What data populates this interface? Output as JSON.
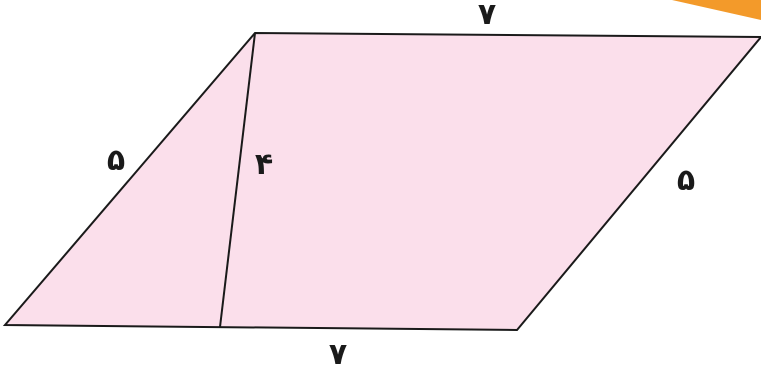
{
  "shape": {
    "fill_color": "#fbdfeb",
    "stroke_color": "#1a1a1a",
    "corner_accent_color": "#f39a2a"
  },
  "labels": {
    "top_side": "۷",
    "bottom_side": "۷",
    "left_side": "۵",
    "right_side": "۵",
    "height": "۴"
  }
}
